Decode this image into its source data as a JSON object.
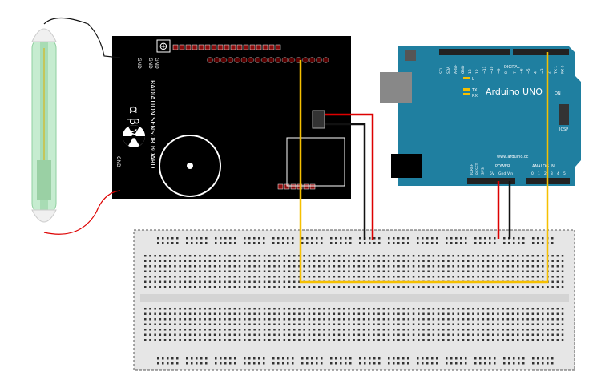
{
  "colors": {
    "shield_board": "#000000",
    "arduino_board": "#1f7fa0",
    "breadboard": "#e8e8e8",
    "wire_yellow": "#f6c000",
    "wire_red": "#d00000",
    "wire_black": "#111111",
    "tube_glass": "#bfe8c8",
    "pad": "#8a0b0b"
  },
  "shield": {
    "title": "RADIATION SENSOR BOARD",
    "greek": "α β γ",
    "gnd_labels": [
      "GND",
      "GND",
      "GND",
      "GND"
    ],
    "icon": "radiation-icon"
  },
  "arduino": {
    "brand": "Arduino",
    "model": "UNO",
    "on_label": "ON",
    "icsp_label": "ICSP",
    "tx_label": "TX",
    "rx_label": "RX",
    "l_label": "L",
    "digital_label": "DIGITAL",
    "power_label": "POWER",
    "analog_label": "ANALOG IN",
    "website": "www.arduino.cc",
    "top_pins_left": [
      "SCL",
      "SDA",
      "AREF",
      "GND",
      "13",
      "12",
      "~11",
      "~10",
      "~9",
      "8"
    ],
    "top_pins_right": [
      "7",
      "~6",
      "~5",
      "4",
      "~3",
      "2",
      "TX 1",
      "RX 0"
    ],
    "power_pins": [
      "IOREF",
      "RESET",
      "3V3",
      "5V",
      "Gnd",
      "Vin"
    ],
    "analog_pins": [
      "0",
      "1",
      "2",
      "3",
      "4",
      "5"
    ]
  }
}
